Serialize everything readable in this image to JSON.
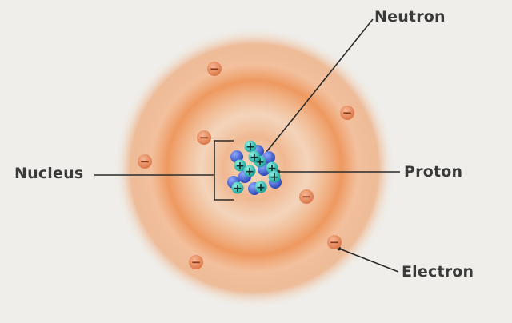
{
  "labels": {
    "neutron": "Neutron",
    "nucleus": "Nucleus",
    "proton": "Proton",
    "electron": "Electron"
  },
  "symbols": {
    "electron_charge": "−",
    "proton_charge": "+"
  },
  "colors": {
    "background": "#efeeea",
    "cloud": "#ee9a62",
    "electron": "#e68a5a",
    "proton": "#2fc0b4",
    "neutron": "#3a63d6",
    "leader_line": "#2a2a2a",
    "label_text": "#3a3a3a"
  }
}
